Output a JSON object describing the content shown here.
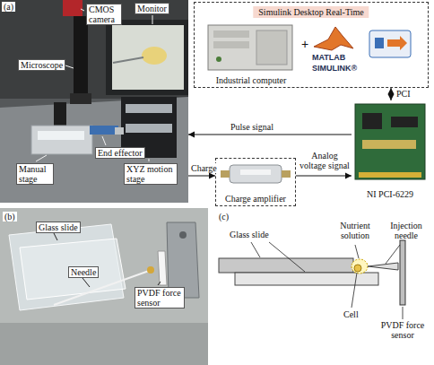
{
  "diagram": {
    "nodes": [
      {
        "text": [
          "(a)"
        ]
      },
      {
        "text": [
          "Simulink Desktop Real-Time"
        ]
      },
      {
        "text": [
          "Industrial computer"
        ],
        "in": 1
      },
      {
        "text": [
          "NI PCI-6229"
        ]
      },
      {
        "text": [
          "Charge amplifier"
        ]
      }
    ],
    "edges": [
      {
        "from": 3,
        "to": 0,
        "label": "Pulse signal",
        "arrow": "to"
      },
      {
        "from": 0,
        "to": 4,
        "label": "Charge",
        "arrow": "to"
      },
      {
        "from": 4,
        "to": 3,
        "label": "Analog voltage signal",
        "arrow": "to"
      },
      {
        "from": 1,
        "to": 3,
        "label": "PCI",
        "arrow": "both"
      }
    ],
    "labels": [
      "CMOS camera",
      "Monitor",
      "Microscope",
      "End effector",
      "Manual stage",
      "XYZ motion stage",
      "MATLAB",
      "SIMULINK®",
      "+",
      "(b)",
      "Glass slide",
      "Needle",
      "PVDF force sensor",
      "(c)",
      "Glass slide",
      "Nutrient solution",
      "Injection needle",
      "Cell",
      "PVDF force sensor"
    ]
  }
}
